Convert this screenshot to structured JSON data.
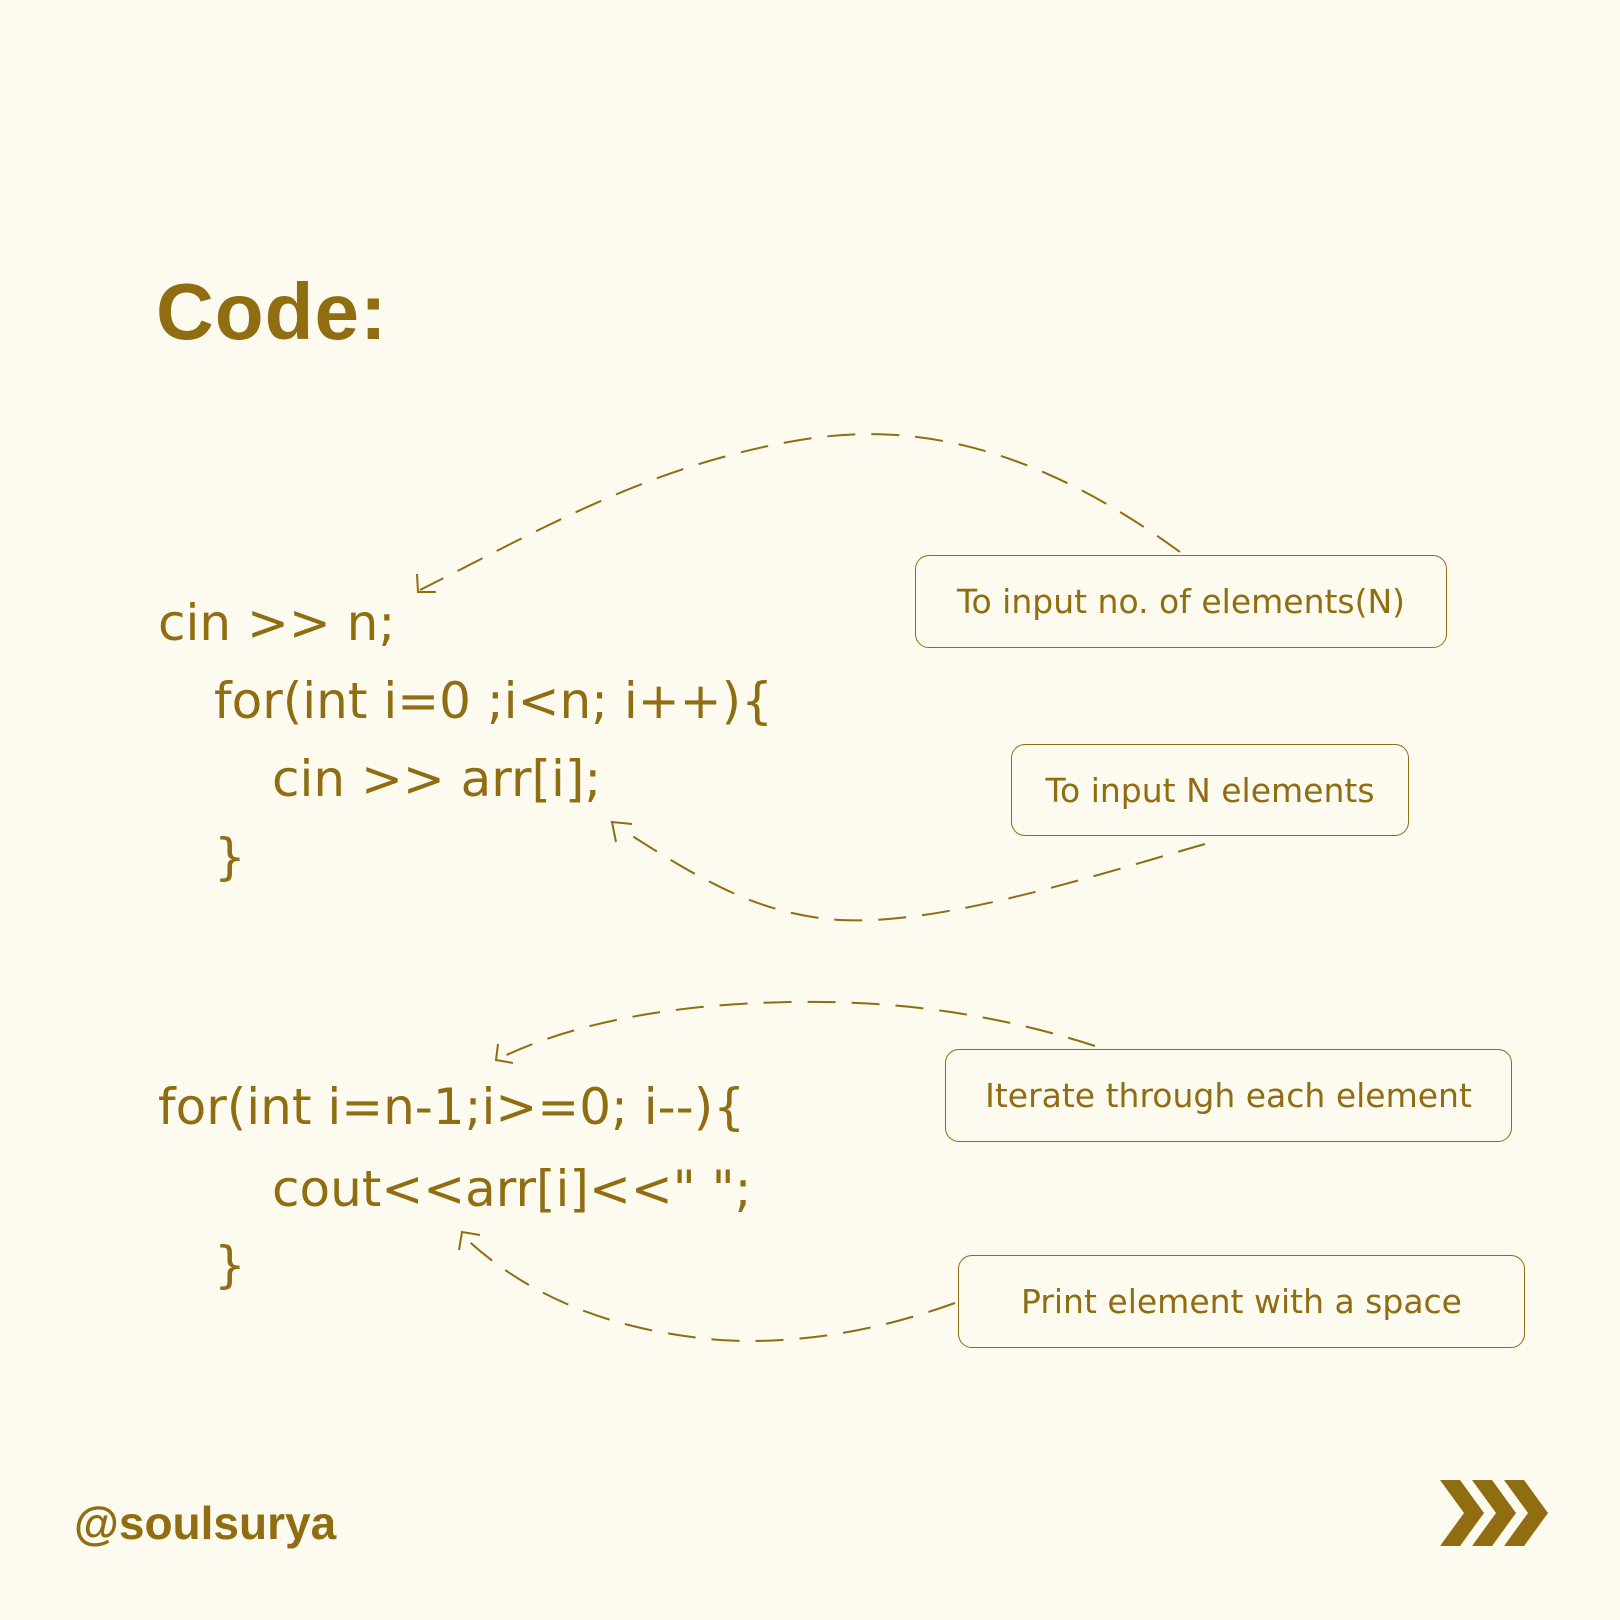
{
  "title": "Code:",
  "code": {
    "line1": "cin >> n;",
    "line2": "for(int i=0 ;i<n; i++){",
    "line3": "cin >> arr[i];",
    "line4": "}",
    "line5": "for(int i=n-1;i>=0; i--){",
    "line6": "cout<<arr[i]<<\" \";",
    "line7": "}"
  },
  "annotations": {
    "input_count": "To input no. of elements(N)",
    "input_elements": "To input N elements",
    "iterate": "Iterate through each element",
    "print": "Print element with a space"
  },
  "footer": {
    "handle": "@soulsurya",
    "next_icon": "triple-chevron-right-icon"
  },
  "colors": {
    "background": "#fdfaf0",
    "accent": "#8f6d10"
  }
}
